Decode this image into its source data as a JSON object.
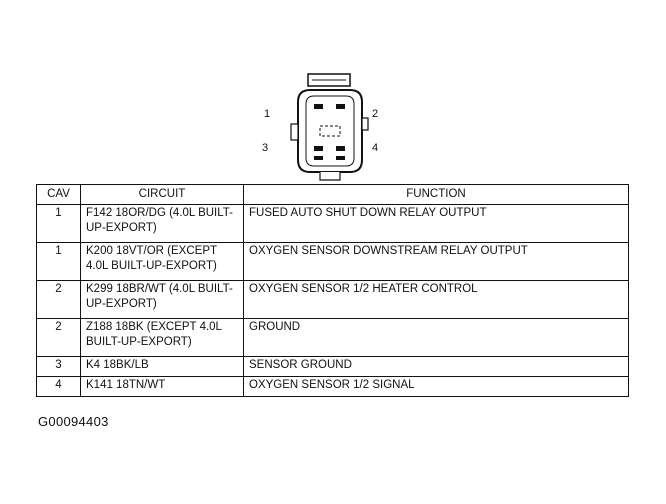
{
  "connector": {
    "pins": [
      {
        "label": "1"
      },
      {
        "label": "2"
      },
      {
        "label": "3"
      },
      {
        "label": "4"
      }
    ]
  },
  "table": {
    "headers": {
      "cav": "CAV",
      "circuit": "CIRCUIT",
      "function": "FUNCTION"
    },
    "rows": [
      {
        "cav": "1",
        "circuit": "F142 18OR/DG (4.0L BUILT-UP-EXPORT)",
        "function": "FUSED AUTO SHUT DOWN RELAY OUTPUT"
      },
      {
        "cav": "1",
        "circuit": "K200 18VT/OR (EXCEPT 4.0L BUILT-UP-EXPORT)",
        "function": "OXYGEN SENSOR DOWNSTREAM RELAY OUTPUT"
      },
      {
        "cav": "2",
        "circuit": "K299 18BR/WT (4.0L BUILT-UP-EXPORT)",
        "function": "OXYGEN SENSOR 1/2 HEATER CONTROL"
      },
      {
        "cav": "2",
        "circuit": "Z188 18BK (EXCEPT 4.0L BUILT-UP-EXPORT)",
        "function": "GROUND"
      },
      {
        "cav": "3",
        "circuit": "K4 18BK/LB",
        "function": "SENSOR GROUND"
      },
      {
        "cav": "4",
        "circuit": "K141 18TN/WT",
        "function": "OXYGEN SENSOR 1/2 SIGNAL"
      }
    ]
  },
  "figure_id": "G00094403"
}
